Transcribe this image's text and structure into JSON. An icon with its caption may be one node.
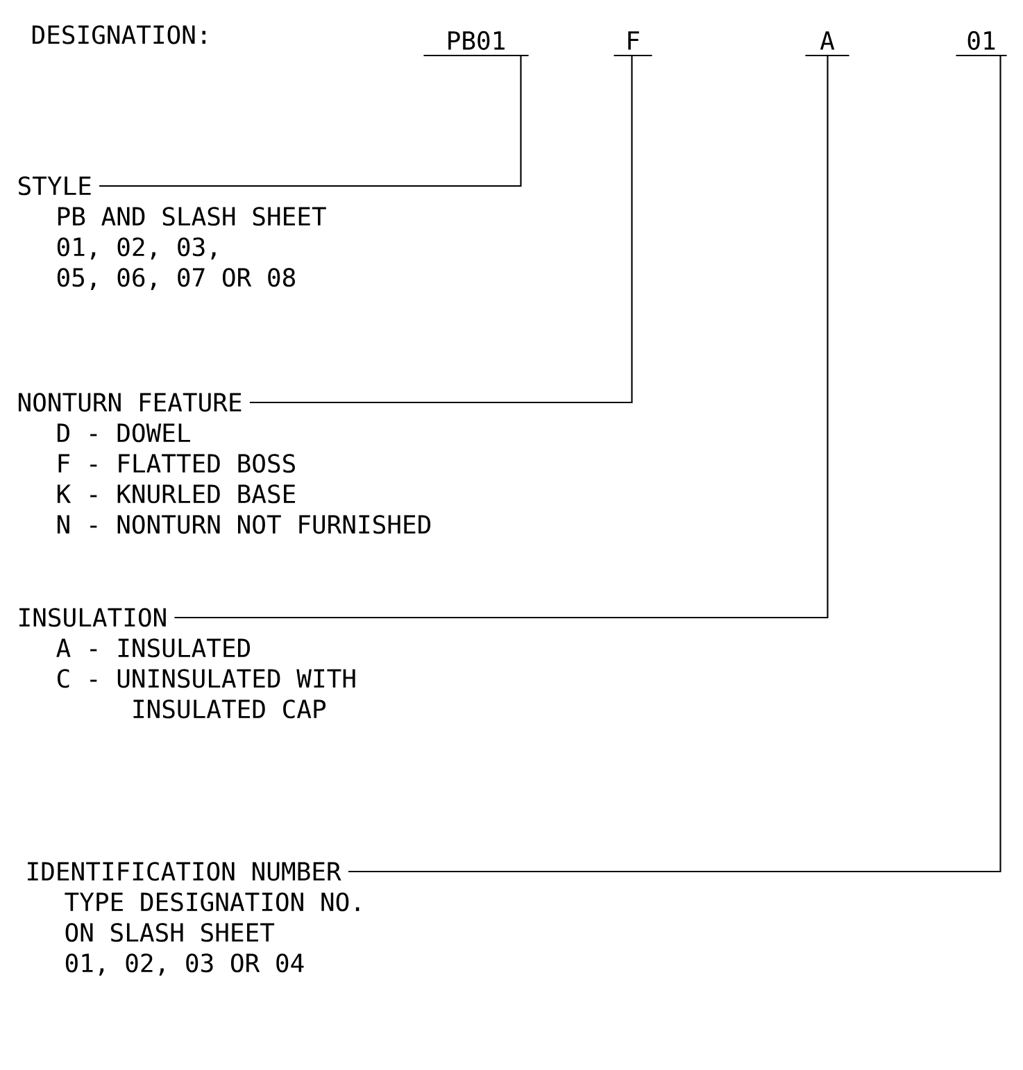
{
  "diagram": {
    "nodes": [
      {
        "text": [
          "PB01"
        ]
      },
      {
        "text": [
          "F"
        ]
      },
      {
        "text": [
          "A"
        ]
      },
      {
        "text": [
          "01"
        ]
      },
      {
        "text": [
          "STYLE",
          "PB AND SLASH SHEET",
          "01, 02, 03,",
          "05, 06, 07 OR 08"
        ]
      },
      {
        "text": [
          "NONTURN FEATURE",
          "D - DOWEL",
          "F - FLATTED BOSS",
          "K - KNURLED BASE",
          "N - NONTURN NOT FURNISHED"
        ]
      },
      {
        "text": [
          "INSULATION",
          "A - INSULATED",
          "C - UNINSULATED WITH INSULATED CAP"
        ]
      },
      {
        "text": [
          "IDENTIFICATION NUMBER",
          "TYPE DESIGNATION NO.",
          "ON SLASH SHEET",
          "01, 02, 03 OR 04"
        ]
      }
    ],
    "edges": [
      {
        "from": 4,
        "to": 0,
        "arrow": "none"
      },
      {
        "from": 5,
        "to": 1,
        "arrow": "none"
      },
      {
        "from": 6,
        "to": 2,
        "arrow": "none"
      },
      {
        "from": 7,
        "to": 3,
        "arrow": "none"
      }
    ],
    "labels": [
      "DESIGNATION:"
    ]
  }
}
